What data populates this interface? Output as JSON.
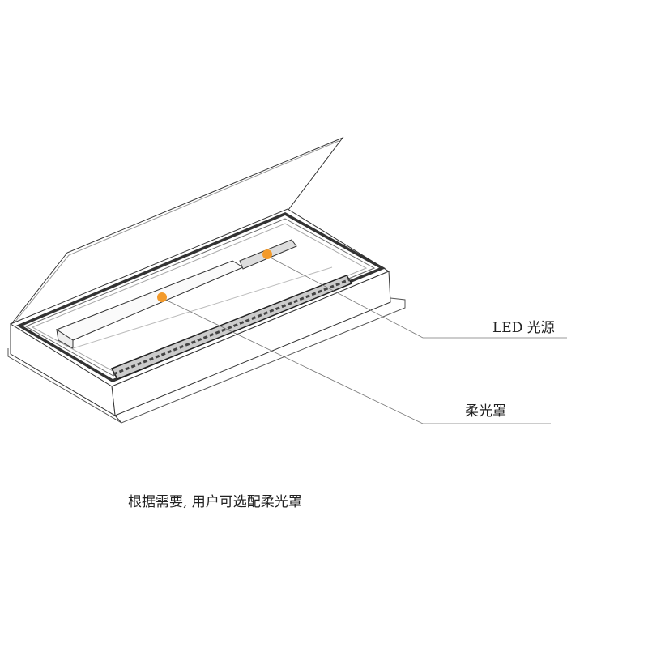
{
  "labels": {
    "led_source": "LED 光源",
    "diffuser": "柔光罩"
  },
  "caption": "根据需要, 用户可选配柔光罩",
  "colors": {
    "marker": "#f39a2a",
    "line": "#333333",
    "leader": "#777777"
  }
}
